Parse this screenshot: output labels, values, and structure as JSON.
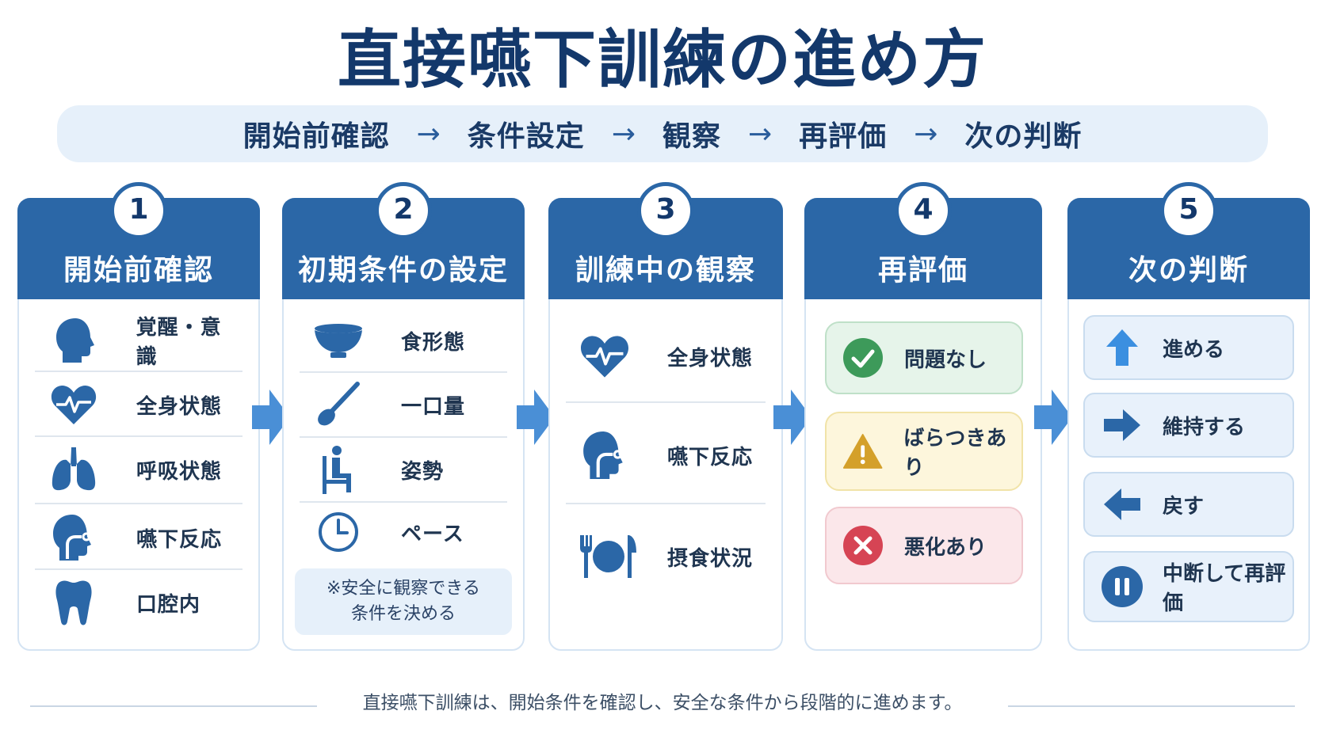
{
  "title": "直接嚥下訓練の進め方",
  "flow": {
    "steps": [
      "開始前確認",
      "条件設定",
      "観察",
      "再評価",
      "次の判断"
    ],
    "arrow": "→"
  },
  "cards": [
    {
      "num": "1",
      "title": "開始前確認",
      "items": [
        {
          "label": "覚醒・意識",
          "icon": "head-icon"
        },
        {
          "label": "全身状態",
          "icon": "heart-pulse-icon"
        },
        {
          "label": "呼吸状態",
          "icon": "lungs-icon"
        },
        {
          "label": "嚥下反応",
          "icon": "throat-icon"
        },
        {
          "label": "口腔内",
          "icon": "tooth-icon"
        }
      ]
    },
    {
      "num": "2",
      "title": "初期条件の設定",
      "items": [
        {
          "label": "食形態",
          "icon": "bowl-icon"
        },
        {
          "label": "一口量",
          "icon": "spoon-icon"
        },
        {
          "label": "姿勢",
          "icon": "seated-person-icon"
        },
        {
          "label": "ペース",
          "icon": "clock-icon"
        }
      ],
      "note": [
        "※安全に観察できる",
        "条件を決める"
      ]
    },
    {
      "num": "3",
      "title": "訓練中の観察",
      "items": [
        {
          "label": "全身状態",
          "icon": "heart-pulse-icon"
        },
        {
          "label": "嚥下反応",
          "icon": "throat-icon"
        },
        {
          "label": "摂食状況",
          "icon": "fork-plate-knife-icon"
        }
      ]
    },
    {
      "num": "4",
      "title": "再評価",
      "options": [
        {
          "label": "問題なし",
          "icon": "check-circle-icon",
          "bg": "#e6f4ea",
          "border": "#bfe0c8",
          "color": "#3d9a5a"
        },
        {
          "label": "ばらつきあり",
          "icon": "warning-icon",
          "bg": "#fdf6dc",
          "border": "#f1e3a8",
          "color": "#d4a02a"
        },
        {
          "label": "悪化あり",
          "icon": "x-circle-icon",
          "bg": "#fbe7ea",
          "border": "#f1c9cf",
          "color": "#d64454"
        }
      ]
    },
    {
      "num": "5",
      "title": "次の判断",
      "decisions": [
        {
          "label": "進める",
          "icon": "arrow-up-icon"
        },
        {
          "label": "維持する",
          "icon": "arrow-right-icon"
        },
        {
          "label": "戻す",
          "icon": "arrow-left-icon"
        },
        {
          "label": "中断して再評価",
          "icon": "pause-icon"
        }
      ]
    }
  ],
  "footer": "直接嚥下訓練は、開始条件を確認し、安全な条件から段階的に進めます。",
  "colors": {
    "primary": "#2b67a7",
    "dark": "#13386b",
    "arrow": "#4a8fd6",
    "light": "#e6f0fa"
  }
}
